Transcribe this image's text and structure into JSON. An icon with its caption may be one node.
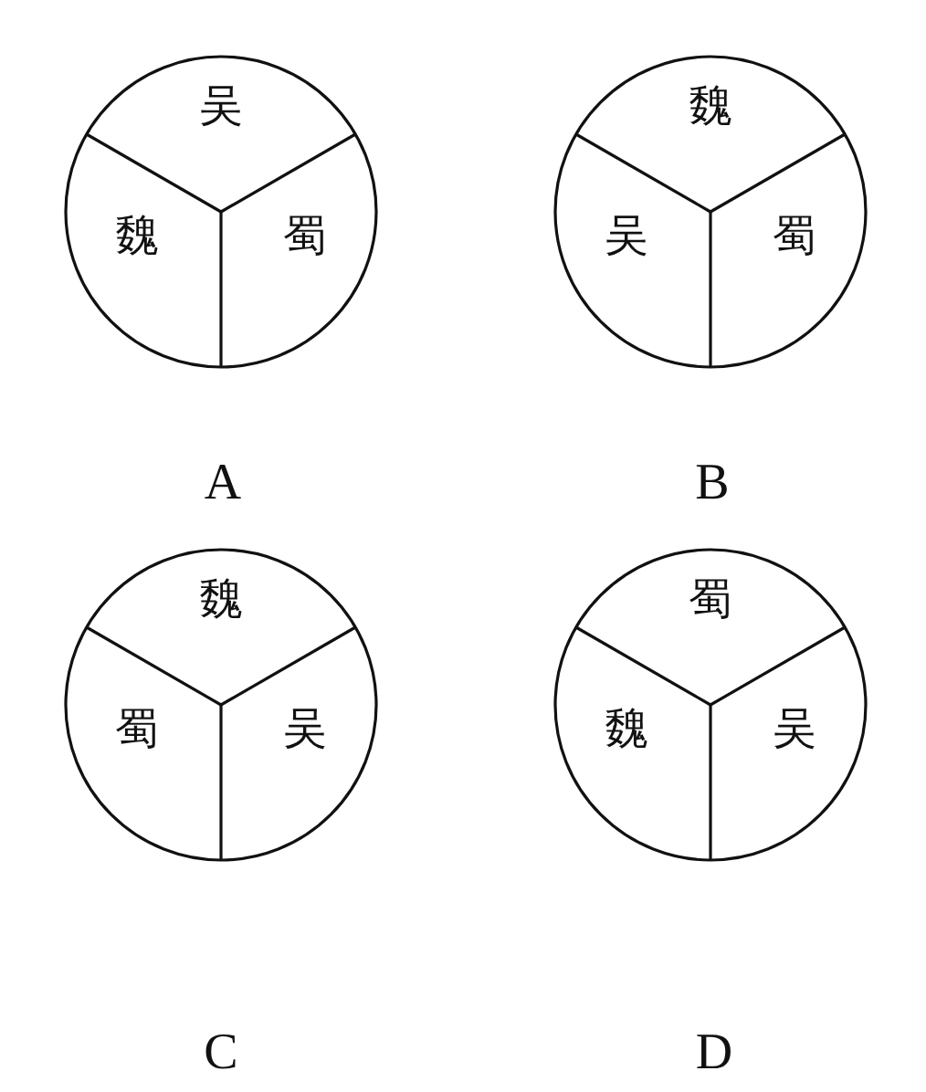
{
  "diagram": {
    "nodes": [
      {
        "text": [
          "吴",
          "魏",
          "蜀"
        ]
      },
      {
        "text": [
          "魏",
          "吴",
          "蜀"
        ]
      },
      {
        "text": [
          "魏",
          "蜀",
          "吴"
        ]
      },
      {
        "text": [
          "蜀",
          "魏",
          "吴"
        ]
      }
    ],
    "edges": [],
    "labels": [
      "A",
      "B",
      "C",
      "D"
    ]
  }
}
